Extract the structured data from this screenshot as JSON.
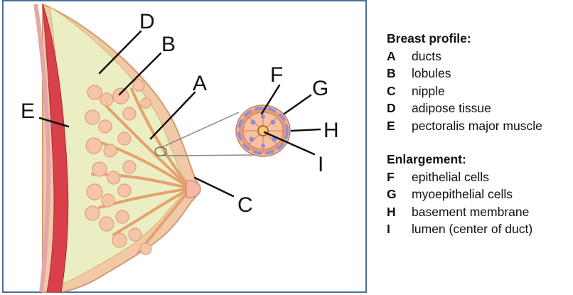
{
  "diagram": {
    "callouts": {
      "A": "A",
      "B": "B",
      "C": "C",
      "D": "D",
      "E": "E",
      "F": "F",
      "G": "G",
      "H": "H",
      "I": "I"
    }
  },
  "legend": {
    "profile": {
      "title": "Breast profile:",
      "items": [
        {
          "key": "A",
          "label": "ducts"
        },
        {
          "key": "B",
          "label": "lobules"
        },
        {
          "key": "C",
          "label": "nipple"
        },
        {
          "key": "D",
          "label": "adipose tissue"
        },
        {
          "key": "E",
          "label": "pectoralis major muscle"
        }
      ]
    },
    "enlargement": {
      "title": "Enlargement:",
      "items": [
        {
          "key": "F",
          "label": "epithelial cells"
        },
        {
          "key": "G",
          "label": "myoepithelial cells"
        },
        {
          "key": "H",
          "label": "basement membrane"
        },
        {
          "key": "I",
          "label": "lumen (center of duct)"
        }
      ]
    }
  }
}
